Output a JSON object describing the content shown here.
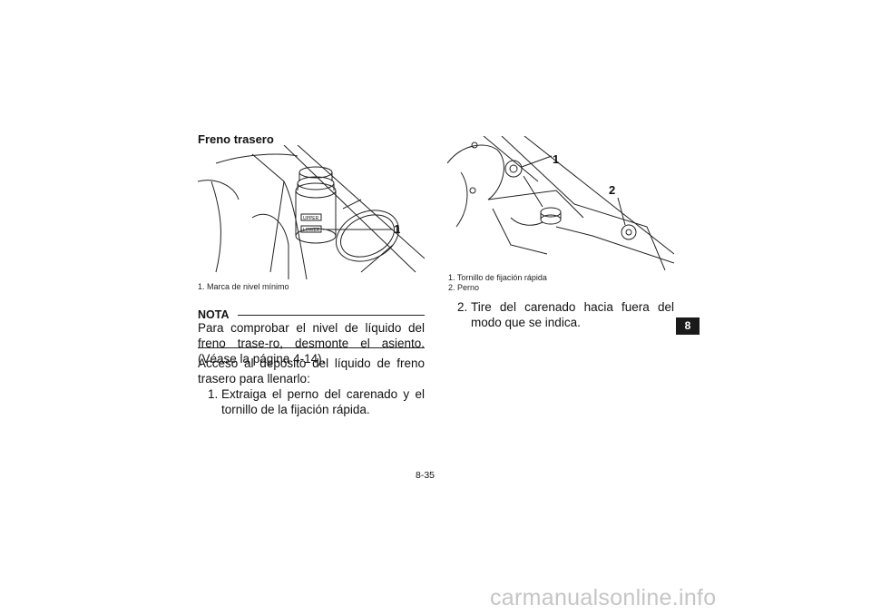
{
  "section": {
    "title": "Freno trasero"
  },
  "figure1": {
    "callout": "1",
    "caption": "1.  Marca de nivel mínimo",
    "reservoir_upper": "UPPER",
    "reservoir_lower": "LOWER"
  },
  "note": {
    "label": "NOTA",
    "text": "Para comprobar el nivel de líquido del freno trase-ro, desmonte el asiento. (Véase la página 4-14)."
  },
  "access": {
    "intro": "Acceso al depósito del líquido de freno trasero para llenarlo:",
    "step1_num": "1.",
    "step1_text": "Extraiga el perno del carenado y el tornillo de la fijación rápida."
  },
  "figure2": {
    "callout1": "1",
    "callout2": "2",
    "caption1": "1.  Tornillo de fijación rápida",
    "caption2": "2.  Perno"
  },
  "step2": {
    "num": "2.",
    "text": "Tire del carenado hacia fuera del modo que se indica."
  },
  "chapter_tab": "8",
  "page_number": "8-35",
  "watermark": "carmanualsonline.info"
}
